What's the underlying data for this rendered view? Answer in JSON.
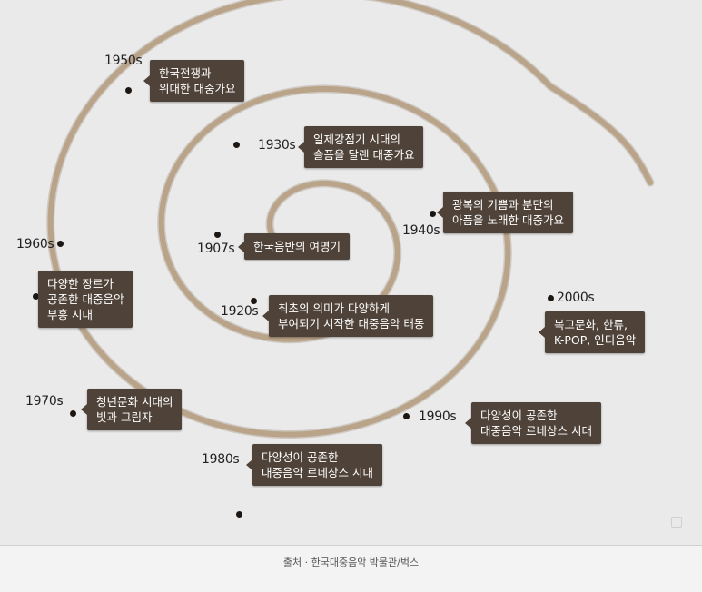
{
  "colors": {
    "spiral": "#b9a389",
    "box": "#4f4238",
    "dot": "#1c1712"
  },
  "timeline": [
    {
      "year": "1907s",
      "lines": [
        "한국음반의 여명기"
      ]
    },
    {
      "year": "1920s",
      "lines": [
        "최초의 의미가 다양하게",
        "부여되기 시작한 대중음악 태동"
      ]
    },
    {
      "year": "1930s",
      "lines": [
        "일제강점기 시대의",
        "슬픔을 달랜 대중가요"
      ]
    },
    {
      "year": "1940s",
      "lines": [
        "광복의 기쁨과 분단의",
        "아픔을 노래한 대중가요"
      ]
    },
    {
      "year": "1950s",
      "lines": [
        "한국전쟁과",
        "위대한 대중가요"
      ]
    },
    {
      "year": "1960s",
      "lines": [
        "다양한 장르가",
        "공존한 대중음악",
        "부흥 시대"
      ]
    },
    {
      "year": "1970s",
      "lines": [
        "청년문화 시대의",
        "빛과 그림자"
      ]
    },
    {
      "year": "1980s",
      "lines": [
        "다양성이 공존한",
        "대중음악 르네상스 시대"
      ]
    },
    {
      "year": "1990s",
      "lines": [
        "다양성이 공존한",
        "대중음악 르네상스 시대"
      ]
    },
    {
      "year": "2000s",
      "lines": [
        "복고문화, 한류,",
        "K-POP, 인디음악"
      ]
    }
  ],
  "caption": "출처 · 한국대중음악 박물관/벅스"
}
